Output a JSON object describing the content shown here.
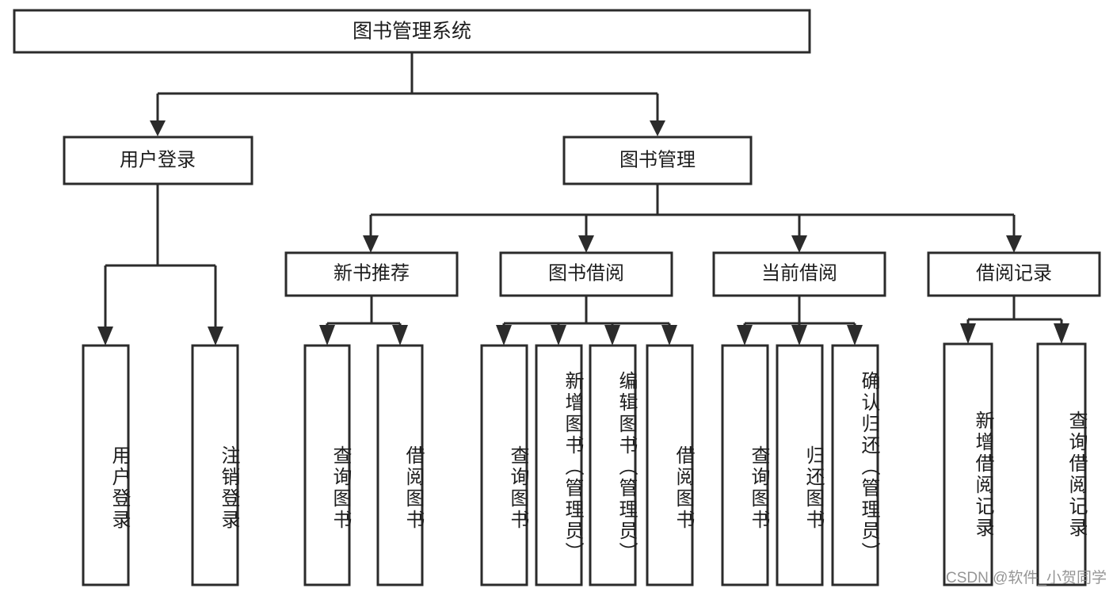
{
  "diagram": {
    "title": "图书管理系统",
    "type": "hierarchy-tree",
    "orientation": "top-down",
    "colors": {
      "stroke": "#2b2b2b",
      "fill": "#ffffff",
      "text": "#1d1d1d",
      "watermark": "#8d8d8d"
    },
    "root": {
      "label": "图书管理系统"
    },
    "level2": [
      {
        "label": "用户登录"
      },
      {
        "label": "图书管理"
      }
    ],
    "level3": [
      {
        "label": "新书推荐"
      },
      {
        "label": "图书借阅"
      },
      {
        "label": "当前借阅"
      },
      {
        "label": "借阅记录"
      }
    ],
    "leaves": {
      "user_login": [
        {
          "label": "用户登录"
        },
        {
          "label": "注销登录"
        }
      ],
      "new_book": [
        {
          "label": "查询图书"
        },
        {
          "label": "借阅图书"
        }
      ],
      "book_borrow": [
        {
          "label": "查询图书"
        },
        {
          "label": "新增图书（管理员）"
        },
        {
          "label": "编辑图书（管理员）"
        },
        {
          "label": "借阅图书"
        }
      ],
      "current_borrow": [
        {
          "label": "查询图书"
        },
        {
          "label": "归还图书"
        },
        {
          "label": "确认归还（管理员）"
        }
      ],
      "borrow_record": [
        {
          "label": "新增借阅记录"
        },
        {
          "label": "查询借阅记录"
        }
      ]
    }
  },
  "watermark": {
    "text": "CSDN @软件_小贺同学"
  }
}
